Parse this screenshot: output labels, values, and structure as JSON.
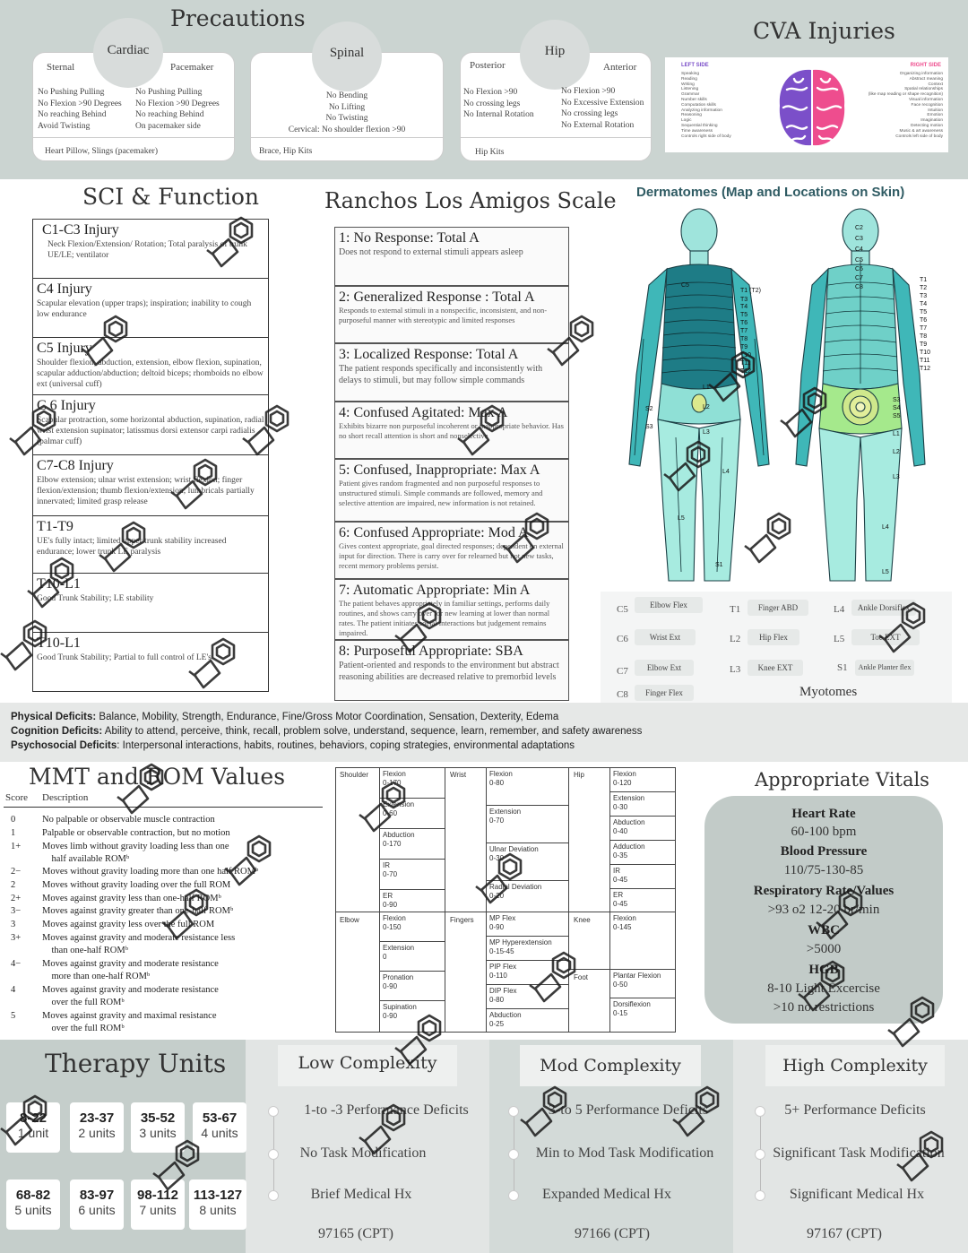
{
  "precautions": {
    "title": "Precautions",
    "cardiac": {
      "title": "Cardiac",
      "sternal_label": "Sternal",
      "pacemaker_label": "Pacemaker",
      "sternal_items": [
        "No Pushing Pulling",
        "No Flexion >90 Degrees",
        "No reaching Behind",
        "Avoid Twisting"
      ],
      "pacemaker_items": [
        "No Pushing Pulling",
        "No Flexion >90 Degrees",
        "No reaching Behind",
        "On pacemaker side"
      ],
      "footer": "Heart Pillow, Slings (pacemaker)"
    },
    "spinal": {
      "title": "Spinal",
      "items": [
        "No  Bending",
        "No Lifting",
        "No Twisting",
        "Cervical: No shoulder flexion >90"
      ],
      "footer": "Brace, Hip Kits"
    },
    "hip": {
      "title": "Hip",
      "posterior_label": "Posterior",
      "anterior_label": "Anterior",
      "posterior_items": [
        "No Flexion >90",
        "No crossing legs",
        "No Internal  Rotation"
      ],
      "anterior_items": [
        "No Flexion >90",
        "No Excessive Extension",
        "No crossing legs",
        "No External Rotation"
      ],
      "footer": "Hip Kits"
    }
  },
  "cva": {
    "title": "CVA Injuries",
    "left_label": "LEFT SIDE",
    "right_label": "RIGHT SIDE",
    "left_items": [
      "Speaking",
      "Reading",
      "Writing",
      "Listening",
      "Grammar",
      "Number skills",
      "Computation skills",
      "Analyzing information",
      "Reasoning",
      "Logic",
      "Sequential thinking",
      "Time awareness",
      "Controls right side of body"
    ],
    "right_items": [
      "Organizing information",
      "Abstract meaning",
      "Context",
      "Spatial relationships",
      "(like map reading or shape recognition)",
      "Visual information",
      "Face recognition",
      "Intuition",
      "Emotion",
      "Imagination",
      "Detecting motion",
      "Music & art awareness",
      "Controls left side of body"
    ],
    "left_color": "#7b4fc9",
    "right_color": "#ee4d8e"
  },
  "sci": {
    "title": "SCI & Function",
    "levels": [
      {
        "title": "C1-C3 Injury",
        "text": "Neck Flexion/Extension/ Rotation; Total paralysis of trunk UE/LE; ventilator"
      },
      {
        "title": "C4 Injury",
        "text": "Scapular elevation (upper traps); inspiration; inability to cough low endurance"
      },
      {
        "title": "C5 Injury",
        "text": "Shoulder flexion, abduction, extension, elbow flexion, supination, scapular adduction/abduction; deltoid biceps; rhomboids no elbow ext (universal cuff)"
      },
      {
        "title": "C 6 Injury",
        "text": "Scapular protraction, some horizontal abduction, supination, radial wrist extension supinator; latissmus dorsi extensor carpi radialis (palmar cuff)"
      },
      {
        "title": "C7-C8 Injury",
        "text": "Elbow extension; ulnar wrist extension; wrist flexion; finger flexion/extension; thumb flexion/extension; lumbricals partially innervated; limited grasp release"
      },
      {
        "title": "T1-T9",
        "text": "UE's fully intact; limited upper trunk stability increased endurance; lower trunk LE paralysis"
      },
      {
        "title": "T10-L1",
        "text": "Good Trunk Stability; LE stability"
      },
      {
        "title": "T10-L1",
        "text": "Good Trunk Stability; Partial  to full control of LE's"
      }
    ]
  },
  "ranchos": {
    "title": "Ranchos Los Amigos Scale",
    "levels": [
      {
        "title": "1: No Response: Total A",
        "text": "Does not respond to external stimuli appears asleep"
      },
      {
        "title": "2: Generalized Response : Total A",
        "text": "Responds to external stimuli in a nonspecific, inconsistent, and non-purposeful manner with stereotypic and limited responses"
      },
      {
        "title": "3: Localized Response: Total A",
        "text": "The patient responds specifically and inconsistently with delays to stimuli, but may follow simple commands"
      },
      {
        "title": "4: Confused Agitated: Max A",
        "text": "Exhibits bizarre non purposeful incoherent or inappropriate behavior. Has no short recall attention is short and nonselective"
      },
      {
        "title": "5: Confused, Inappropriate: Max A",
        "text": "Patient gives random fragmented and non purposeful responses to unstructured stimuli. Simple commands are followed, memory and selective attention are impaired, new information is not retained."
      },
      {
        "title": "6: Confused Appropriate: Mod A",
        "text": "Gives context appropriate, goal directed responses; dependent on external input for direction. There is carry over for relearned but not new tasks, recent memory problems persist."
      },
      {
        "title": "7: Automatic Appropriate: Min A",
        "text": "The patient behaves appropriately in familiar settings, performs daily routines, and shows carry over for new learning at lower than normal rates. The patient initiates social interactions but judgement remains impaired."
      },
      {
        "title": "8: Purposeful Appropriate: SBA",
        "text": "Patient-oriented and responds to the environment but abstract reasoning abilities are decreased relative to premorbid levels"
      }
    ]
  },
  "dermatomes": {
    "title": "Dermatomes (Map and Locations on Skin)",
    "front_labels": [
      "C5",
      "T1 (T2)",
      "T3",
      "T4",
      "T5",
      "T6",
      "T7",
      "T8",
      "T9",
      "T10",
      "T11",
      "T12",
      "L1",
      "L2",
      "L3",
      "L4",
      "L5",
      "S1",
      "S2",
      "S3"
    ],
    "back_labels": [
      "C2",
      "C3",
      "C4",
      "C5",
      "C6",
      "C7",
      "C8",
      "T1",
      "T2",
      "T3",
      "T4",
      "T5",
      "T6",
      "T7",
      "T8",
      "T9",
      "T10",
      "T11",
      "T12",
      "L1",
      "L2",
      "L3",
      "L4",
      "L5",
      "S3",
      "S4",
      "S5"
    ]
  },
  "myotomes": {
    "title": "Myotomes",
    "items": [
      {
        "code": "C5",
        "label": "Elbow Flex"
      },
      {
        "code": "T1",
        "label": "Finger ABD"
      },
      {
        "code": "L4",
        "label": "Ankle Dorsiflex"
      },
      {
        "code": "C6",
        "label": "Wrist Ext"
      },
      {
        "code": "L2",
        "label": "Hip Flex"
      },
      {
        "code": "L5",
        "label": "Toe EXT"
      },
      {
        "code": "C7",
        "label": "Elbow Ext"
      },
      {
        "code": "L3",
        "label": "Knee EXT"
      },
      {
        "code": "S1",
        "label": "Ankle Planter flex"
      },
      {
        "code": "C8",
        "label": "Finger Flex"
      }
    ]
  },
  "deficits": {
    "physical_label": "Physical Deficits:",
    "physical": " Balance, Mobility, Strength, Endurance, Fine/Gross Motor Coordination, Sensation, Dexterity, Edema",
    "cognition_label": "Cognition Deficits:",
    "cognition": " Ability to attend, perceive, think, recall, problem solve, understand, sequence, learn, remember, and safety awareness",
    "psychosocial_label": "Psychosocial Deficits",
    "psychosocial": ": Interpersonal interactions, habits, routines, behaviors, coping strategies, environmental adaptations"
  },
  "mmt": {
    "title": "MMT and ROM Values",
    "score_header": "Score",
    "desc_header": "Description",
    "rows": [
      {
        "score": "0",
        "desc": "No palpable or observable muscle contraction"
      },
      {
        "score": "1",
        "desc": "Palpable or observable contraction, but no motion"
      },
      {
        "score": "1+",
        "desc": "Moves limb without gravity loading less than one"
      },
      {
        "score": "",
        "desc": "    half available ROMᵇ"
      },
      {
        "score": "2−",
        "desc": "Moves without gravity loading more than one half ROMᵇ"
      },
      {
        "score": "2",
        "desc": "Moves without gravity loading over the full ROM"
      },
      {
        "score": "2+",
        "desc": "Moves against gravity less than one-half ROMᵇ"
      },
      {
        "score": "3−",
        "desc": "Moves against gravity greater than one-half ROMᵇ"
      },
      {
        "score": "3",
        "desc": "Moves against gravity less over the full ROM"
      },
      {
        "score": "3+",
        "desc": "Moves against gravity and moderate resistance less"
      },
      {
        "score": "",
        "desc": "    than one-half ROMᵇ"
      },
      {
        "score": "4−",
        "desc": "Moves against gravity and moderate resistance"
      },
      {
        "score": "",
        "desc": "    more than one-half ROMᵇ"
      },
      {
        "score": "4",
        "desc": "Moves against gravity and moderate resistance"
      },
      {
        "score": "",
        "desc": "    over the full ROMᵇ"
      },
      {
        "score": "5",
        "desc": "Moves against gravity and maximal resistance"
      },
      {
        "score": "",
        "desc": "    over the full ROMᵇ"
      }
    ]
  },
  "rom": {
    "shoulder": "Shoulder",
    "shoulder_vals": [
      "Flexion\n0-170",
      "Extension\n0-60",
      "Abduction\n0-170",
      "IR\n0-70",
      "ER\n0-90"
    ],
    "wrist": "Wrist",
    "wrist_vals": [
      "Flexion\n0-80",
      "Extension\n0-70",
      "Ulnar Deviation\n0-30",
      "Radial Deviation\n0-20"
    ],
    "hip": "Hip",
    "hip_vals": [
      "Flexion\n0-120",
      "Extension\n0-30",
      "Abduction\n0-40",
      "Adduction\n0-35",
      "IR\n0-45",
      "ER\n0-45"
    ],
    "elbow": "Elbow",
    "elbow_vals": [
      "Flexion\n0-150",
      "Extension\n0",
      "Pronation\n0-90",
      "Supination\n0-90"
    ],
    "fingers": "Fingers",
    "finger_vals": [
      "MP Flex\n0-90",
      "MP Hyperextension\n0-15-45",
      "PIP Flex\n0-110",
      "DIP Flex\n0-80",
      "Abduction\n0-25"
    ],
    "knee": "Knee",
    "knee_vals": [
      "Flexion\n0-145"
    ],
    "foot": "Foot",
    "foot_vals": [
      "Plantar Flexion\n0-50",
      "Dorsiflexion\n0-15"
    ]
  },
  "vitals": {
    "title": "Appropriate Vitals",
    "heart_label": "Heart Rate",
    "heart": "60-100 bpm",
    "bp_label": "Blood Pressure",
    "bp": "110/75-130-85",
    "resp_label": "Respiratory Rate/Values",
    "resp": ">93 o2   12-20 br/min",
    "wbc_label": "WBC",
    "wbc": ">5000",
    "hgb_label": "HGB",
    "hgb1": "8-10 Light Excercise",
    "hgb2": ">10 no restrictions"
  },
  "therapy": {
    "title": "Therapy Units",
    "units": [
      {
        "range": "8-22",
        "label": "1 unit"
      },
      {
        "range": "23-37",
        "label": "2 units"
      },
      {
        "range": "35-52",
        "label": "3 units"
      },
      {
        "range": "53-67",
        "label": "4 units"
      },
      {
        "range": "68-82",
        "label": "5 units"
      },
      {
        "range": "83-97",
        "label": "6 units"
      },
      {
        "range": "98-112",
        "label": "7 units"
      },
      {
        "range": "113-127",
        "label": "8 units"
      }
    ]
  },
  "complexity": [
    {
      "title": "Low Complexity",
      "items": [
        "1-to -3  Performance Deficits",
        "No Task Modification",
        "Brief Medical Hx",
        "97165 (CPT)"
      ]
    },
    {
      "title": "Mod Complexity",
      "items": [
        "3-to 5 Performance Deficits",
        "Min to Mod Task Modification",
        "Expanded Medical Hx",
        "97166 (CPT)"
      ]
    },
    {
      "title": "High Complexity",
      "items": [
        "5+ Performance Deficits",
        "Significant Task Modification",
        "Significant Medical Hx",
        "97167 (CPT)"
      ]
    }
  ]
}
